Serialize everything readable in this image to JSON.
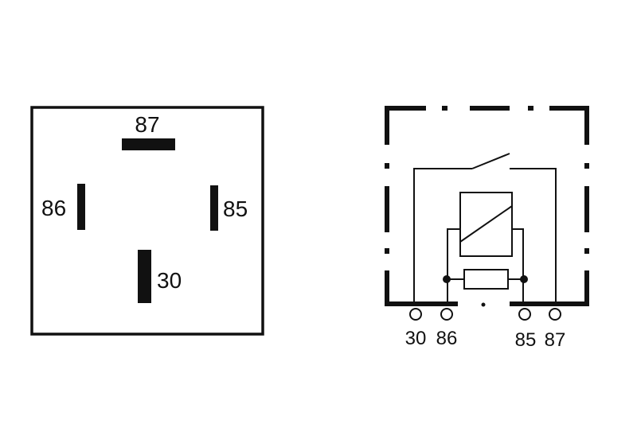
{
  "footprint": {
    "pins": {
      "p87": "87",
      "p86": "86",
      "p85": "85",
      "p30": "30"
    }
  },
  "schematic": {
    "terminals": {
      "t30": "30",
      "t86": "86",
      "t85": "85",
      "t87": "87"
    }
  },
  "colors": {
    "ink": "#111111",
    "background": "#ffffff"
  }
}
